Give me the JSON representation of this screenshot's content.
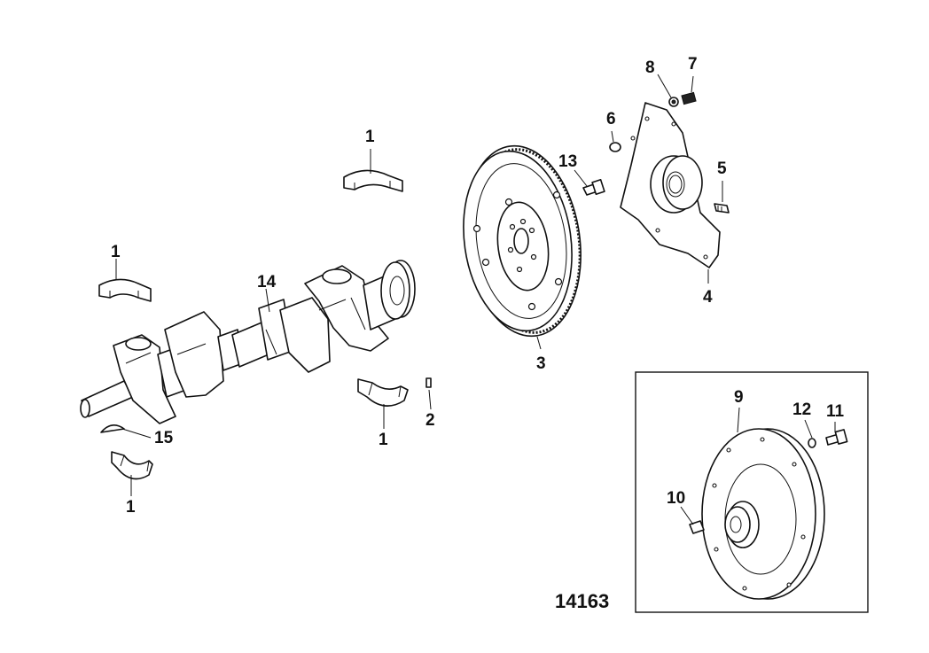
{
  "callouts": {
    "c1a": "1",
    "c1b": "1",
    "c1c": "1",
    "c1d": "1",
    "c2": "2",
    "c3": "3",
    "c4": "4",
    "c5": "5",
    "c6": "6",
    "c7": "7",
    "c8": "8",
    "c9": "9",
    "c10": "10",
    "c11": "11",
    "c12": "12",
    "c13": "13",
    "c14": "14",
    "c15": "15"
  },
  "drawing_number": "14163",
  "colors": {
    "ink": "#111111",
    "paper": "#ffffff"
  }
}
